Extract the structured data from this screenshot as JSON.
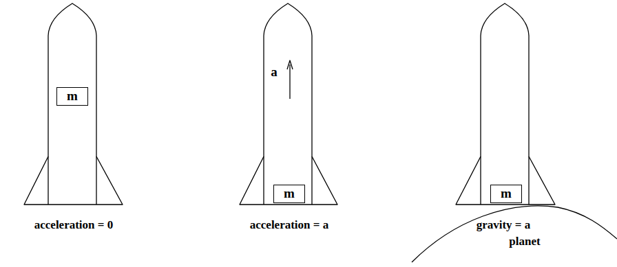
{
  "diagram": {
    "nodes": [
      {
        "text": [
          "m"
        ]
      },
      {
        "text": [
          "m"
        ]
      },
      {
        "text": [
          "m"
        ]
      }
    ],
    "labels": [
      "acceleration = 0",
      "a",
      "acceleration = a",
      "gravity = a",
      "planet"
    ]
  }
}
